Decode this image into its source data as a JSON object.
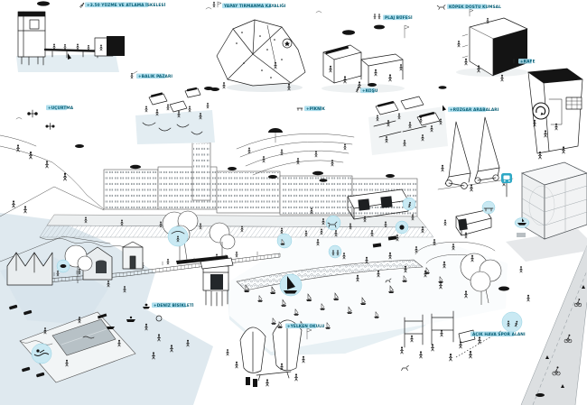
{
  "illustration": {
    "type": "hand-drawn axonometric coastal park masterplan illustration",
    "background": "#ffffff"
  },
  "colors": {
    "accent_teal": "#2ea8c5",
    "accent_teal_light": "#a6dcec",
    "label_text": "#075e75",
    "ink": "#1c1c1c",
    "water_wash": "#dfe9ef",
    "lagoon_wash": "#e7f0f4",
    "pool_fill": "#b7c1c6",
    "road_wash": "#dcdfe1"
  },
  "labels": [
    {
      "icon": "diver-icon",
      "text": "+3.50 YÜZME VE ATLAMA İSKELESİ"
    },
    {
      "icon": "climber-icon",
      "text": "YAPAY TIRMANMA KAYALIĞI"
    },
    {
      "icon": "bar-icon",
      "text": "PLAJ BÜFESİ"
    },
    {
      "icon": "dog-icon",
      "text": "KÖPEK DOSTU KUMSAL"
    },
    {
      "icon": "cafe-icon",
      "text": "+KAFE"
    },
    {
      "icon": "fisherman-icon",
      "text": "+BALIK PAZARI"
    },
    {
      "icon": "drone-icon",
      "text": "+UÇURTMA"
    },
    {
      "icon": "runner-icon",
      "text": "+KOŞU"
    },
    {
      "icon": "bench-icon",
      "text": "+PİKNİK"
    },
    {
      "icon": "sail-icon",
      "text": "+RÜZGAR ARABALARI"
    },
    {
      "icon": "pedalboat-icon",
      "text": "+DENİZ BİSİKLETİ"
    },
    {
      "icon": "dinghy-icon",
      "text": "+YELKEN OKULU"
    },
    {
      "icon": "exercise-icon",
      "text": "AÇIK HAVA SPOR ALANI"
    }
  ],
  "badges": [
    {
      "icon": "sailboat-badge"
    },
    {
      "icon": "swimmer-badge"
    },
    {
      "icon": "tree-swing-badge"
    },
    {
      "icon": "shore-activity-badge"
    },
    {
      "icon": "runner-badge"
    },
    {
      "icon": "dog-badge"
    },
    {
      "icon": "ball-badge"
    },
    {
      "icon": "picnic-badge"
    },
    {
      "icon": "camera-badge"
    },
    {
      "icon": "boathouse-badge"
    },
    {
      "icon": "boat-badge"
    },
    {
      "icon": "bus-stop-badge"
    },
    {
      "icon": "exercise-badge"
    },
    {
      "icon": "turn-arrow-badge"
    }
  ]
}
